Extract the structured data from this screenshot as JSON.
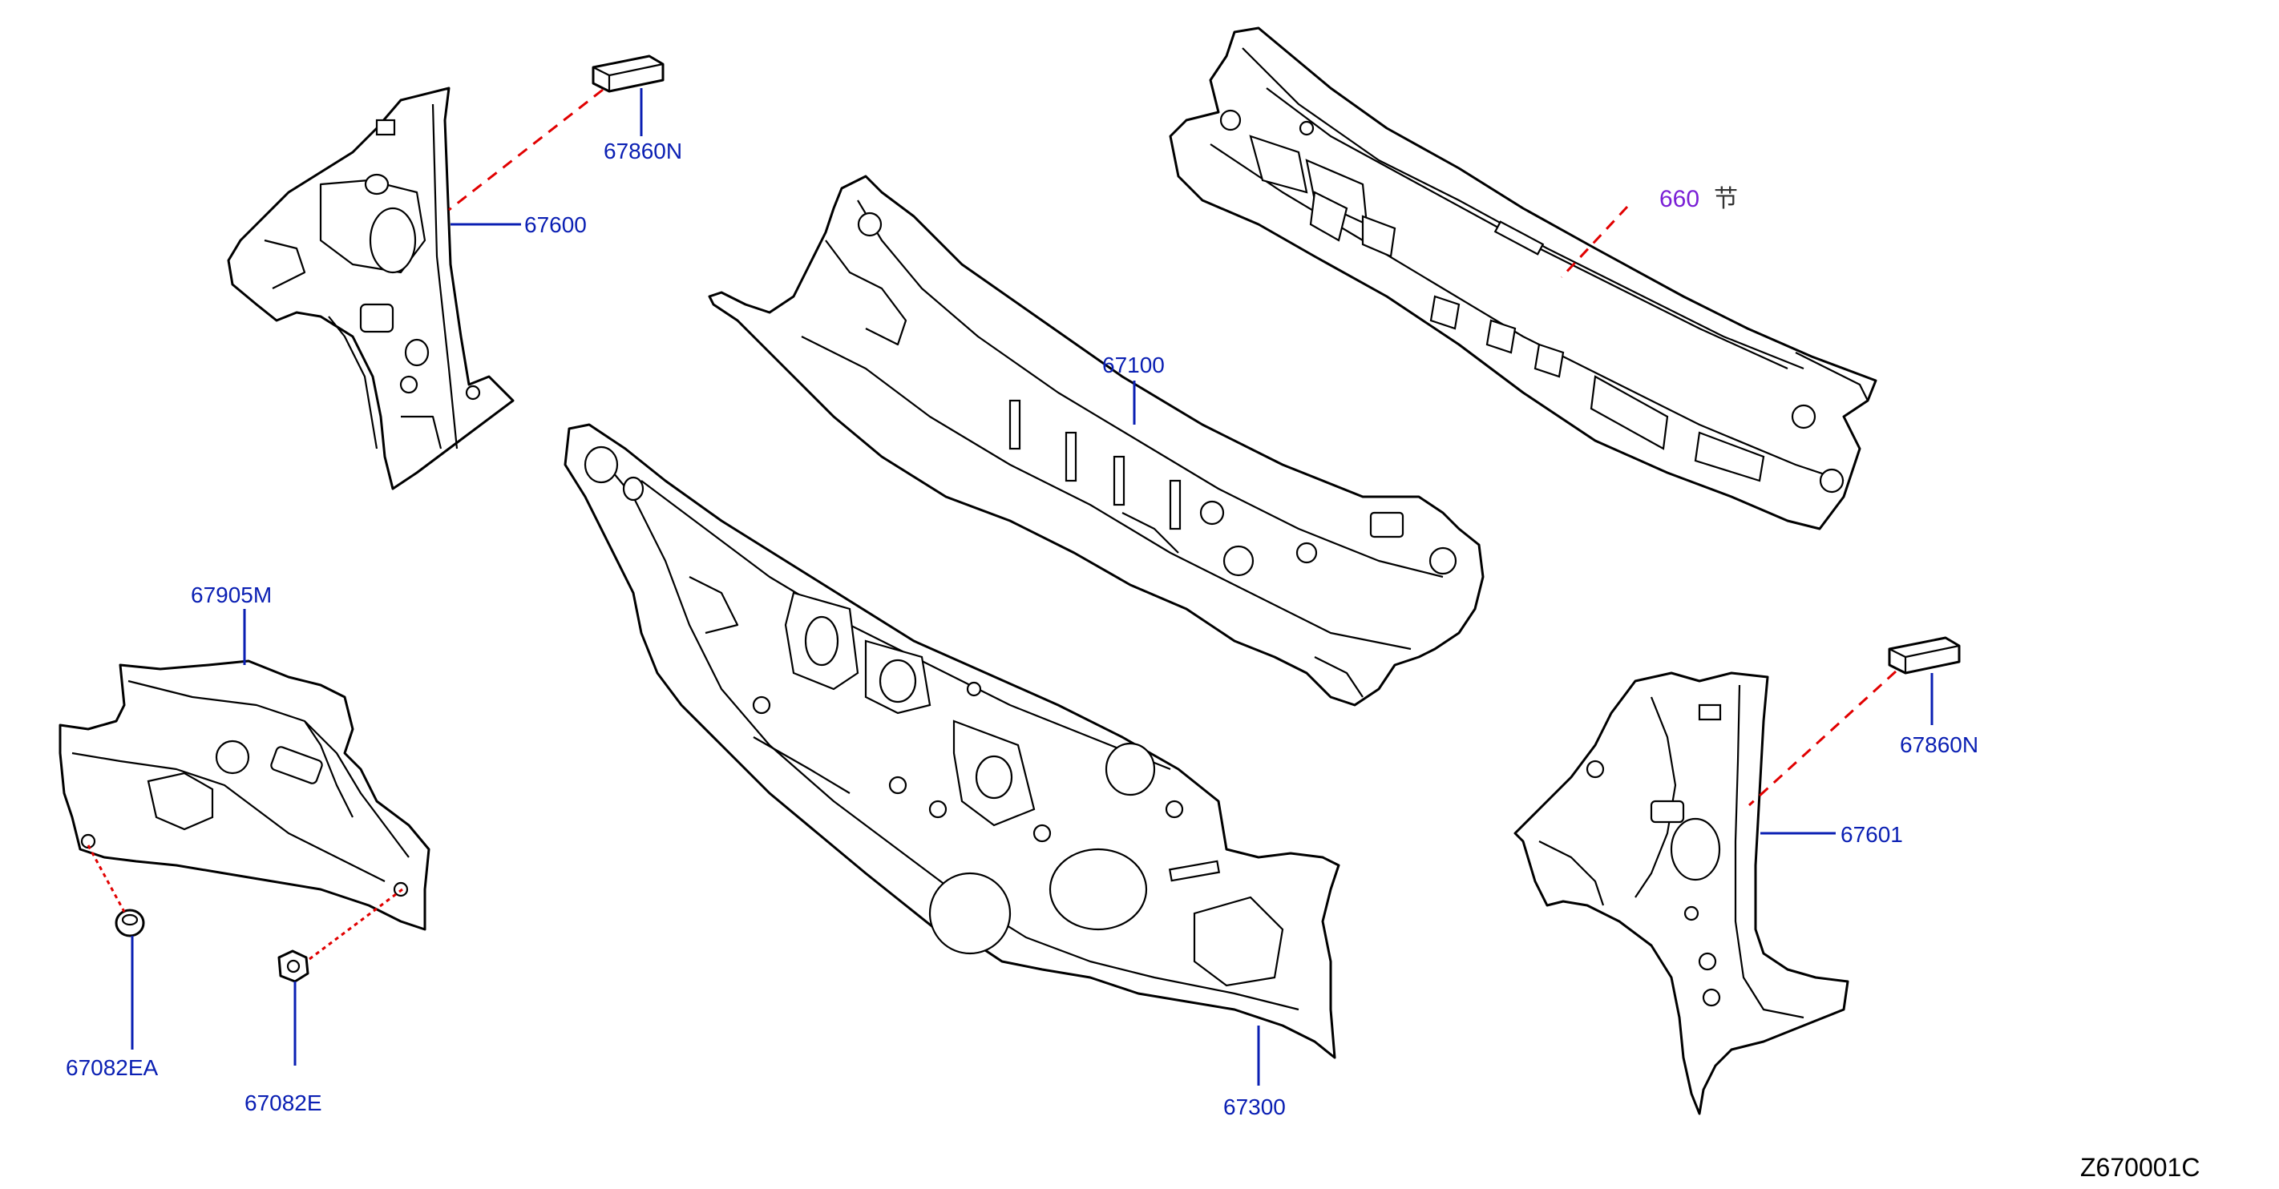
{
  "diagram_code": "Z670001C",
  "callouts": {
    "insulator_left": "67860N",
    "side_dash_lh": "67600",
    "ref_660": "660",
    "ref_660_symbol": "节",
    "cowl_top": "67100",
    "side_cover": "67905M",
    "clip_a": "67082EA",
    "clip_b": "67082E",
    "dash_lower": "67300",
    "insulator_right": "67860N",
    "side_dash_rh": "67601"
  },
  "colors": {
    "label": "#0a1fb3",
    "reference_label": "#7a1fd6",
    "dashed_connector": "#e10000",
    "linework": "#000000"
  }
}
